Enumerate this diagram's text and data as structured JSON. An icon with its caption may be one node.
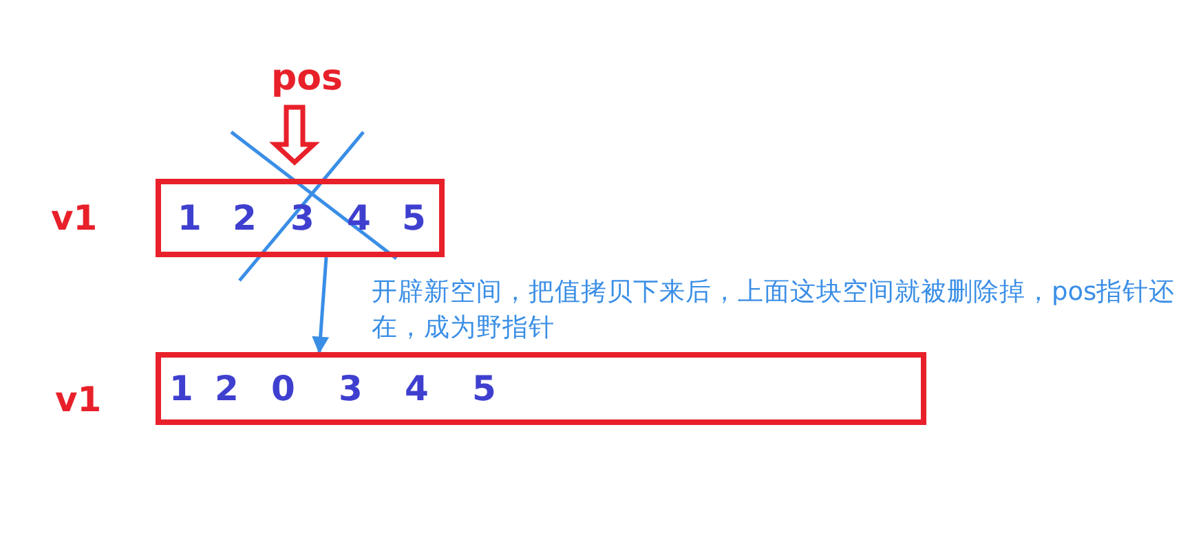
{
  "diagram": {
    "nodes": [
      {
        "text": [
          "pos"
        ]
      },
      {
        "text": [
          "1",
          "2",
          "3",
          "4",
          "5"
        ],
        "beside": [
          "v1"
        ]
      },
      {
        "text": [
          "1",
          "2",
          "0",
          "3",
          "4",
          "5"
        ],
        "beside": [
          "v1"
        ]
      }
    ],
    "edges": [
      {
        "from": 0,
        "to": 1,
        "arrow": "to",
        "style": "thick",
        "color": "#e8202a"
      },
      {
        "from": 1,
        "to": 2,
        "arrow": "to",
        "color": "#3a8ee6"
      }
    ],
    "labels": [
      "开辟新空间，把值拷贝下来后，上面这块空间就被删除掉，pos指针还在，成为野指针"
    ]
  }
}
